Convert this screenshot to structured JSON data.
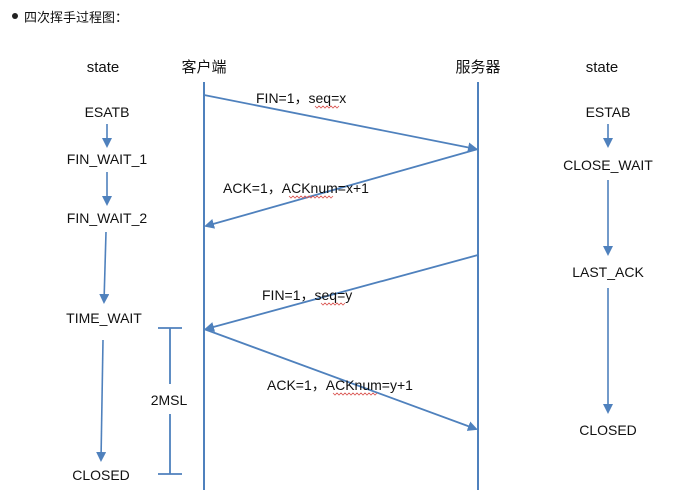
{
  "heading": "四次挥手过程图：",
  "columns": {
    "left_state_header": "state",
    "client": "客户端",
    "server": "服务器",
    "right_state_header": "state"
  },
  "client_states": [
    "ESATB",
    "FIN_WAIT_1",
    "FIN_WAIT_2",
    "TIME_WAIT",
    "CLOSED"
  ],
  "server_states": [
    "ESTAB",
    "CLOSE_WAIT",
    "LAST_ACK",
    "CLOSED"
  ],
  "messages": {
    "m1": {
      "a": "FIN=1，",
      "b": "seq=x"
    },
    "m2": {
      "a": "ACK=1，",
      "b": "ACKnum=x+1"
    },
    "m3": {
      "a": "FIN=1，",
      "b": "seq=y"
    },
    "m4": {
      "a": "ACK=1，",
      "b": "ACKnum=y+1"
    }
  },
  "timer_label": "2MSL",
  "colors": {
    "line": "#4f81bd",
    "text": "#111111",
    "squiggle": "#d9534f"
  }
}
